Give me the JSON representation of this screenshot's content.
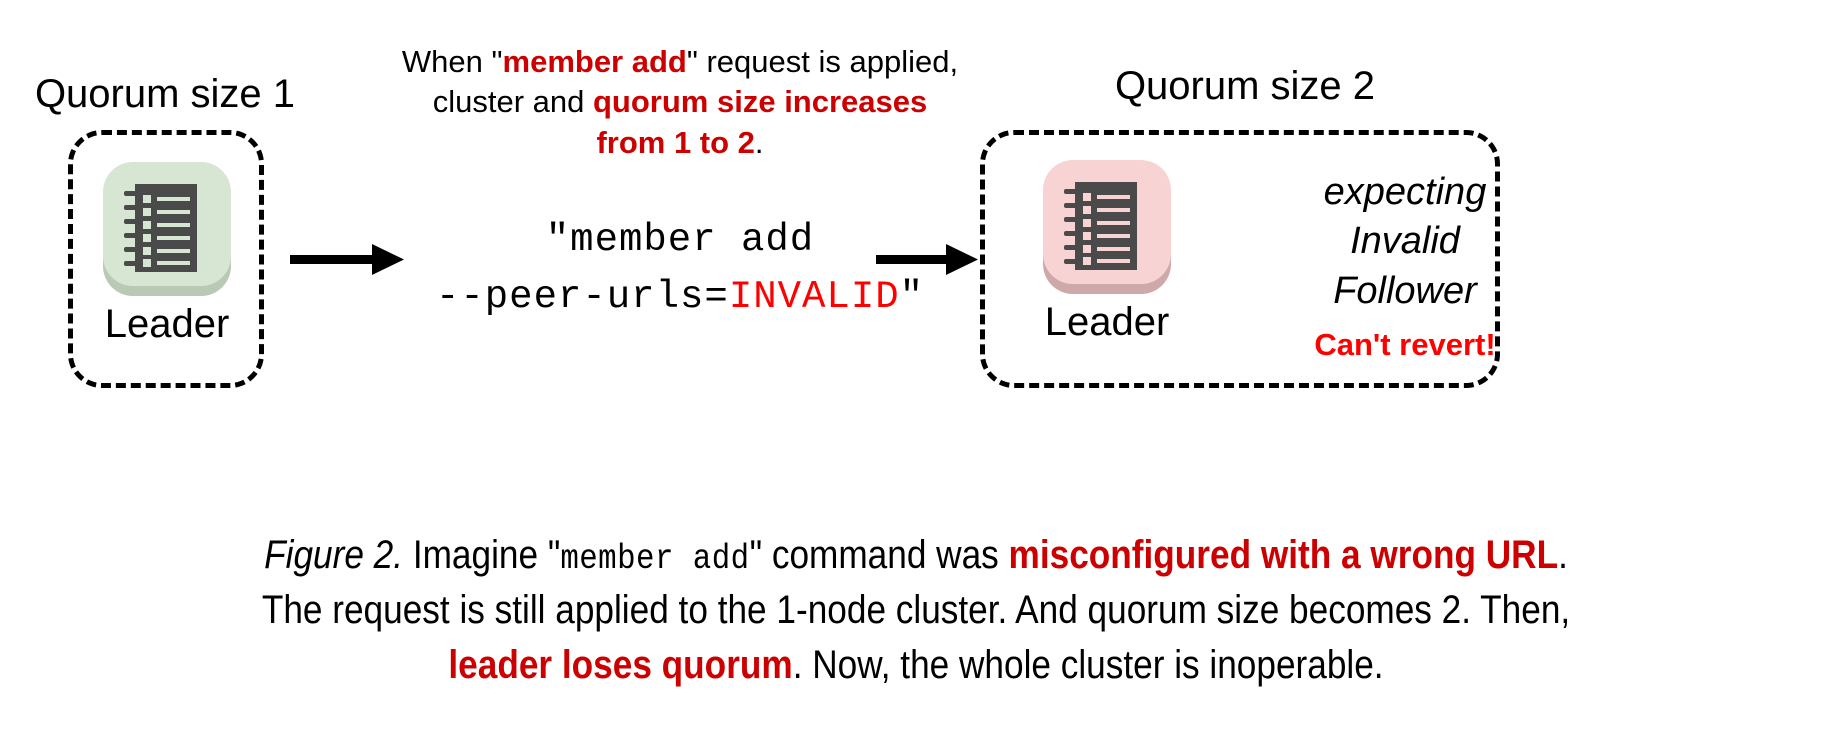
{
  "figure": {
    "left_cluster": {
      "title": "Quorum size 1",
      "node_label": "Leader",
      "node_icon": "notebook-log-icon",
      "node_color": "#d6e6d2"
    },
    "right_cluster": {
      "title": "Quorum size 2",
      "node_label": "Leader",
      "node_icon": "notebook-log-icon",
      "node_color": "#f8d3d3",
      "expecting_line1": "expecting",
      "expecting_line2": "Invalid",
      "expecting_line3": "Follower",
      "warning": "Can't revert!"
    },
    "top_note": {
      "line1_a": "When \"",
      "line1_b": "member add",
      "line1_c": "\" request is applied,",
      "line2_a": "cluster and ",
      "line2_b": "quorum size increases",
      "line3_a": "from 1 to 2",
      "line3_b": "."
    },
    "command": {
      "line1": "\"member add",
      "line2_a": "--peer-urls=",
      "line2_b": "INVALID",
      "line2_c": "\""
    },
    "arrows": {
      "left_arrow": "arrow-right-icon",
      "right_arrow": "arrow-right-icon"
    },
    "caption": {
      "fig_label": "Figure 2.",
      "l1_a": " Imagine \"",
      "l1_mono": "member add",
      "l1_b": "\" command was ",
      "l1_red": "misconfigured with a wrong URL",
      "l1_c": ".",
      "l2": "The request is still applied to the 1-node cluster. And quorum size becomes 2. Then,",
      "l3_red": "leader loses quorum",
      "l3_b": ". Now, the whole cluster is inoperable."
    },
    "colors": {
      "accent_red": "#cc0000",
      "alert_red": "#ff0000",
      "green_tile": "#d6e6d2",
      "pink_tile": "#f8d3d3",
      "icon_dark": "#4a4a4a"
    }
  }
}
